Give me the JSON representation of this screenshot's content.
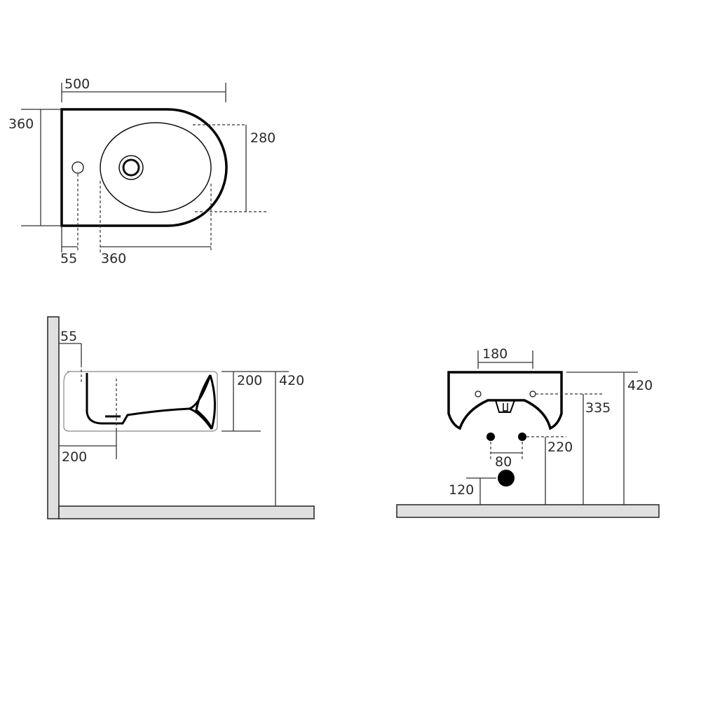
{
  "top_view": {
    "width_label": "500",
    "depth_label": "360",
    "bowl_depth_label": "280",
    "tap_offset_label": "55",
    "bowl_length_label": "360"
  },
  "side_view": {
    "top_offset_label": "55",
    "bowl_height_label": "200",
    "total_height_label": "420",
    "drain_offset_label": "200"
  },
  "back_view": {
    "fixing_distance_label": "180",
    "total_height_label": "420",
    "fixing_height_label": "335",
    "supply_height_label": "220",
    "supply_spacing_label": "80",
    "waste_height_label": "120"
  }
}
